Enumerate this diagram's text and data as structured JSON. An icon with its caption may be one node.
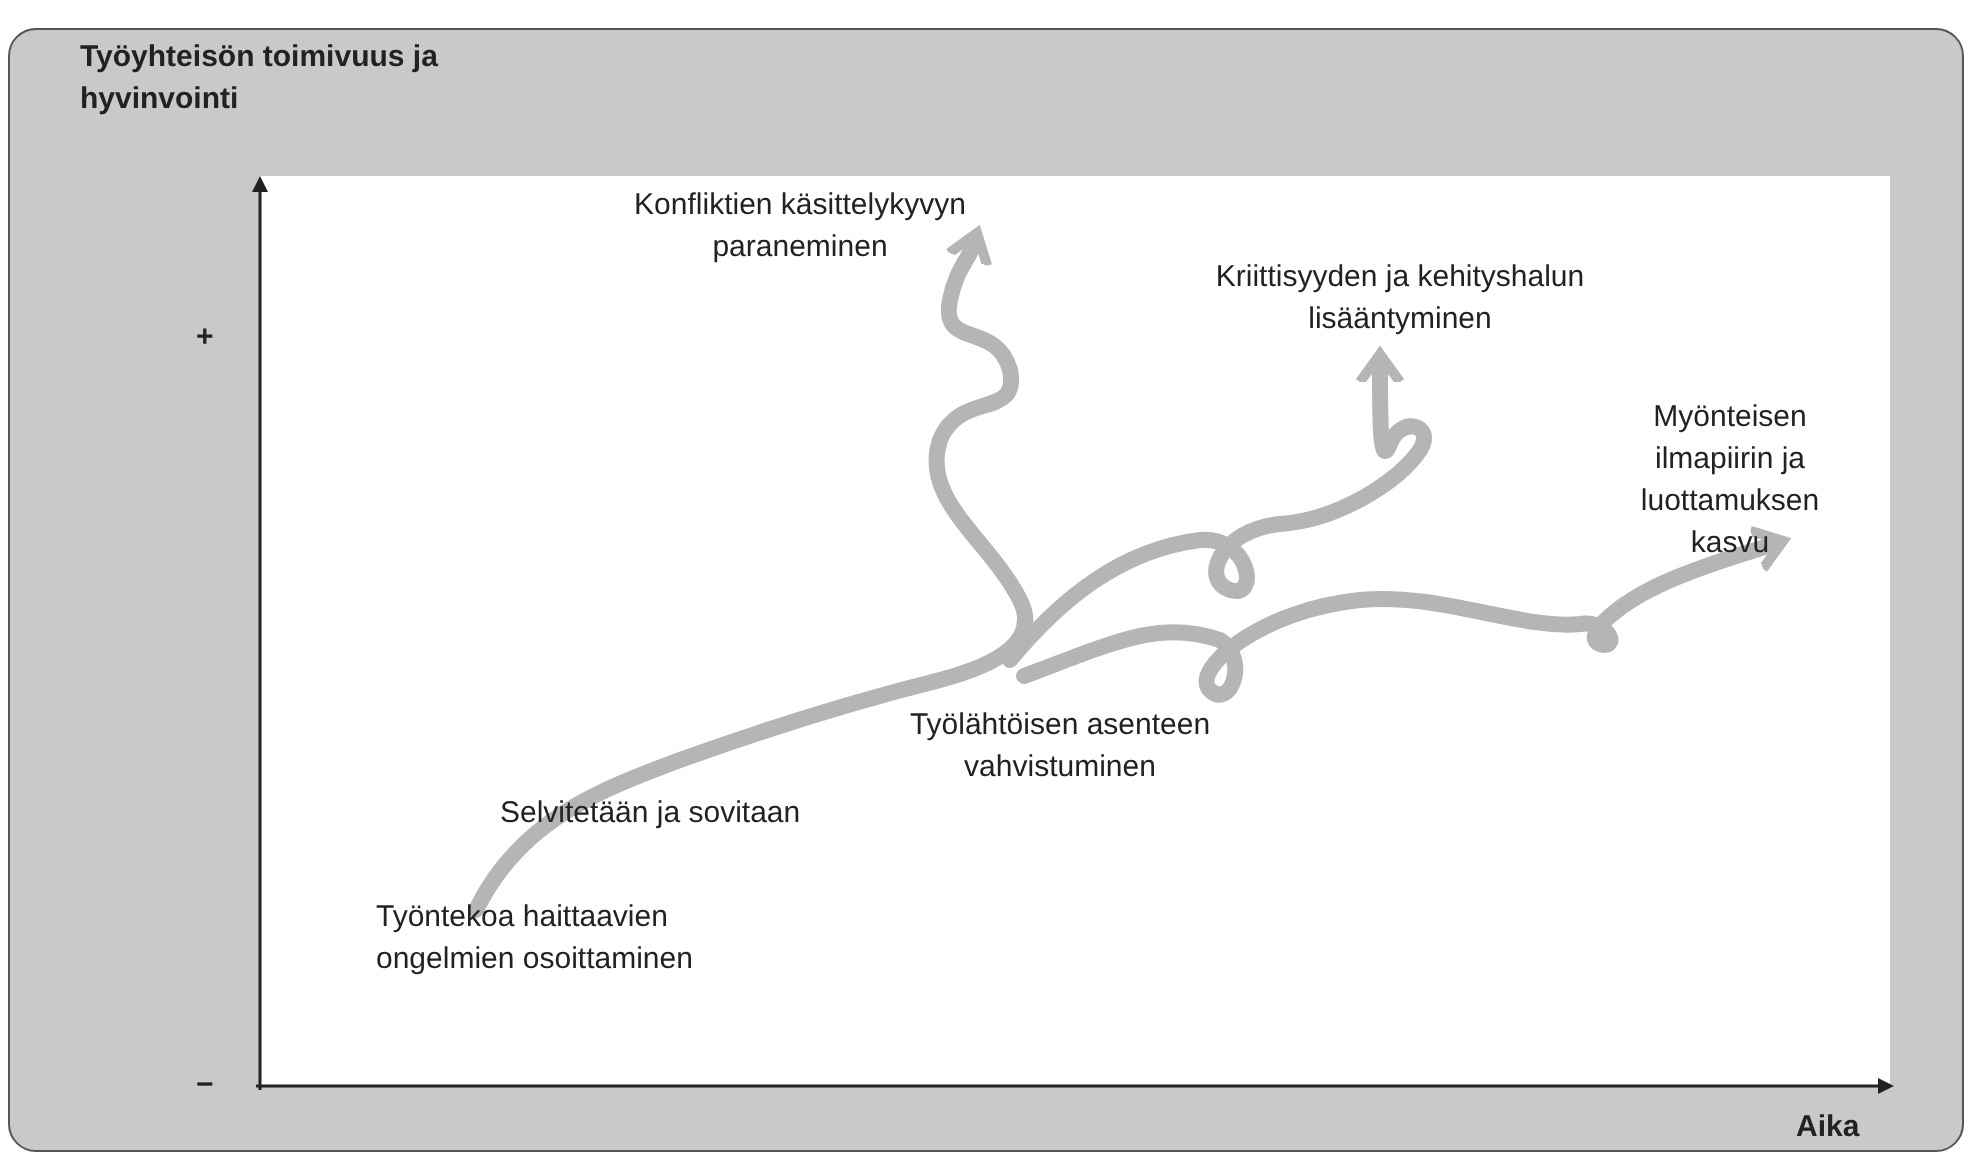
{
  "diagram": {
    "labels": [
      "Työyhteisön toimivuus ja hyvinvointi",
      "+",
      "Konfliktien käsittelykyvyn paraneminen",
      "Kriittisyyden ja kehityshalun lisääntyminen",
      "Myönteisen ilmapiirin ja luottamuksen kasvu",
      "Työlähtöisen asenteen vahvistuminen",
      "Selvitetään ja sovitaan",
      "Työntekoa haittaavien ongelmien osoittaminen",
      "−",
      "Aika"
    ]
  }
}
